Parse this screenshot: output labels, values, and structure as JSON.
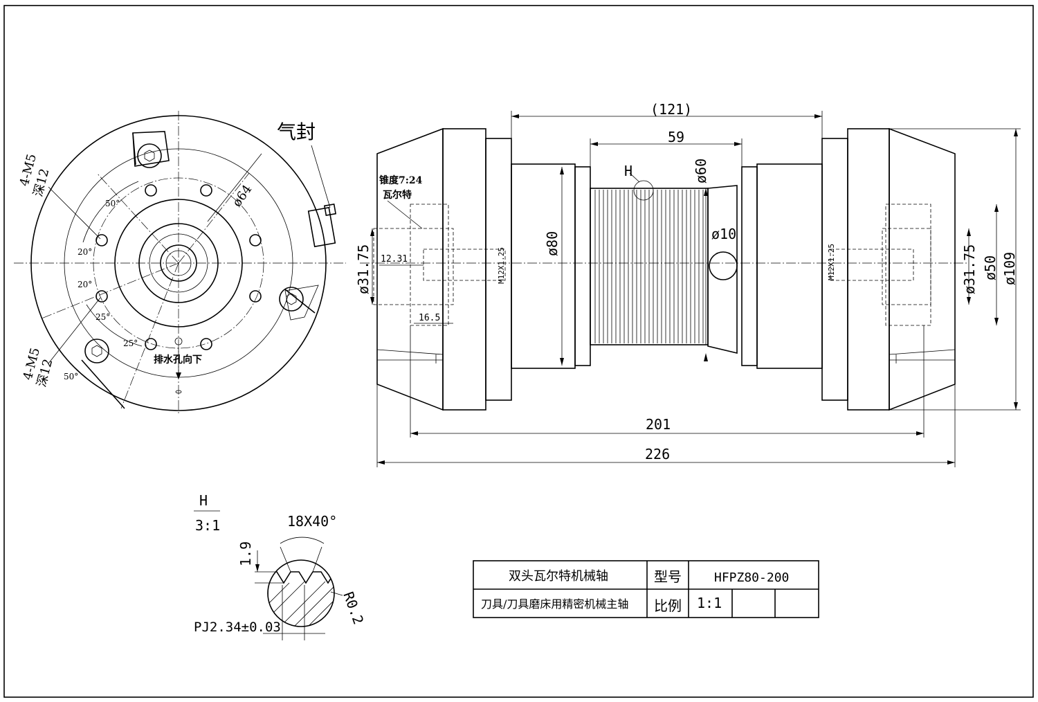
{
  "front_view": {
    "air_seal_label": "气封",
    "hole_top_label": "4-M5",
    "hole_top_depth": "深12",
    "hole_bottom_label": "4-M5",
    "hole_bottom_depth": "深12",
    "diameter_64": "ø64",
    "angle_50_top": "50°",
    "angle_20_a": "20°",
    "angle_20_b": "20°",
    "angle_25_a": "25°",
    "angle_25_b": "25°",
    "angle_50_bottom": "50°",
    "drain_label": "排水孔向下"
  },
  "side_view": {
    "dim_121": "(121)",
    "dim_59": "59",
    "detail_h_mark": "H",
    "dim_60": "ø60",
    "taper_label": "锥度7:24",
    "walter_label": "瓦尔特",
    "dim_80": "ø80",
    "dim_10": "ø10",
    "dim_31_75_left": "ø31.75",
    "dim_12_31": "12.31",
    "thread_left": "M12X1.25",
    "dim_16_5": "16.5",
    "thread_right": "M12X1.25",
    "dim_31_75_right": "ø31.75",
    "dim_50": "ø50",
    "dim_109": "ø109",
    "dim_201": "201",
    "dim_226": "226"
  },
  "detail": {
    "title": "H",
    "scale": "3:1",
    "groove": "18X40°",
    "depth": "1.9",
    "radius": "R0.2",
    "pitch": "PJ2.34±0.03"
  },
  "title_block": {
    "name": "双头瓦尔特机械轴",
    "type_label": "型号",
    "model": "HFPZ80-200",
    "description": "刀具/刀具磨床用精密机械主轴",
    "scale_label": "比例",
    "scale_value": "1:1"
  }
}
